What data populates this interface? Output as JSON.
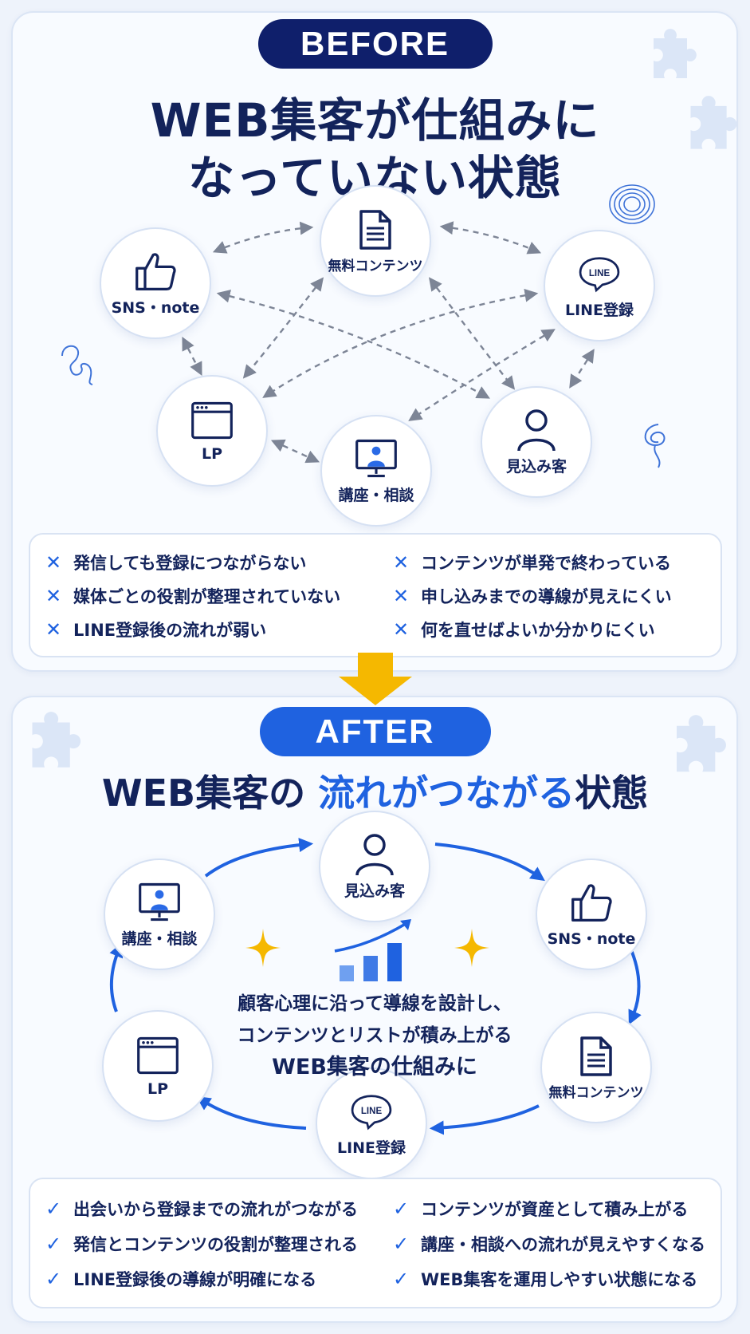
{
  "before": {
    "badge": "BEFORE",
    "title_line1": "WEB集客が仕組みに",
    "title_line2": "なっていない状態",
    "nodes": {
      "content": "無料コンテンツ",
      "sns": "SNS・note",
      "line": "LINE登録",
      "lp": "LP",
      "seminar": "講座・相談",
      "prospect": "見込み客"
    },
    "line_icon_text": "LINE",
    "problems": [
      "発信しても登録につながらない",
      "コンテンツが単発で終わっている",
      "媒体ごとの役割が整理されていない",
      "申し込みまでの導線が見えにくい",
      "LINE登録後の流れが弱い",
      "何を直せばよいか分かりにくい"
    ]
  },
  "after": {
    "badge": "AFTER",
    "title_part1": "WEB集客の ",
    "title_accent": "流れがつながる",
    "title_part2": "状態",
    "nodes": {
      "prospect": "見込み客",
      "sns": "SNS・note",
      "content": "無料コンテンツ",
      "line": "LINE登録",
      "lp": "LP",
      "seminar": "講座・相談"
    },
    "line_icon_text": "LINE",
    "center_line1": "顧客心理に沿って導線を設計し、",
    "center_line2": "コンテンツとリストが積み上がる",
    "center_line3": "WEB集客の仕組みに",
    "benefits": [
      "出会いから登録までの流れがつながる",
      "コンテンツが資産として積み上がる",
      "発信とコンテンツの役割が整理される",
      "講座・相談への流れが見えやすくなる",
      "LINE登録後の導線が明確になる",
      "WEB集客を運用しやすい状態になる"
    ]
  },
  "colors": {
    "navy": "#13235b",
    "accent_blue": "#1f62e0",
    "arrow_yellow": "#f5b800",
    "dashed_gray": "#7d8596"
  },
  "icons": [
    "document-icon",
    "thumbs-up-icon",
    "line-bubble-icon",
    "browser-window-icon",
    "monitor-person-icon",
    "person-icon",
    "x-mark-icon",
    "check-mark-icon",
    "sparkle-icon",
    "growth-chart-icon",
    "puzzle-piece-icon",
    "scribble-icon"
  ]
}
